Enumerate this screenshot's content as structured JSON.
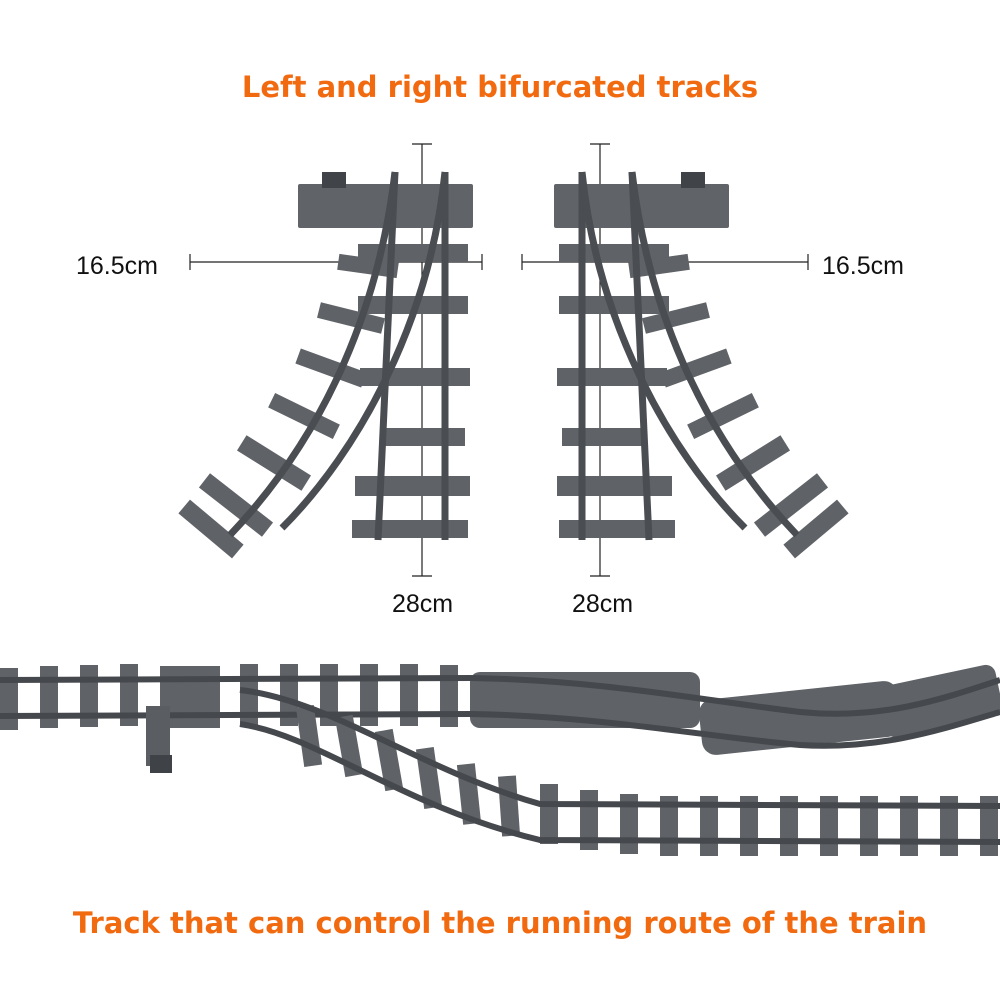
{
  "titles": {
    "top": "Left and right bifurcated tracks",
    "bottom": "Track that can control the running route of the train"
  },
  "dimensions": {
    "left_width": "16.5cm",
    "right_width": "16.5cm",
    "left_length": "28cm",
    "right_length": "28cm"
  },
  "colors": {
    "title": "#f26a10",
    "track": "#5f6267",
    "track_dark": "#45484c",
    "line": "#222222"
  },
  "icons": [
    "left-switch-track-icon",
    "right-switch-track-icon",
    "track-layout-icon"
  ]
}
